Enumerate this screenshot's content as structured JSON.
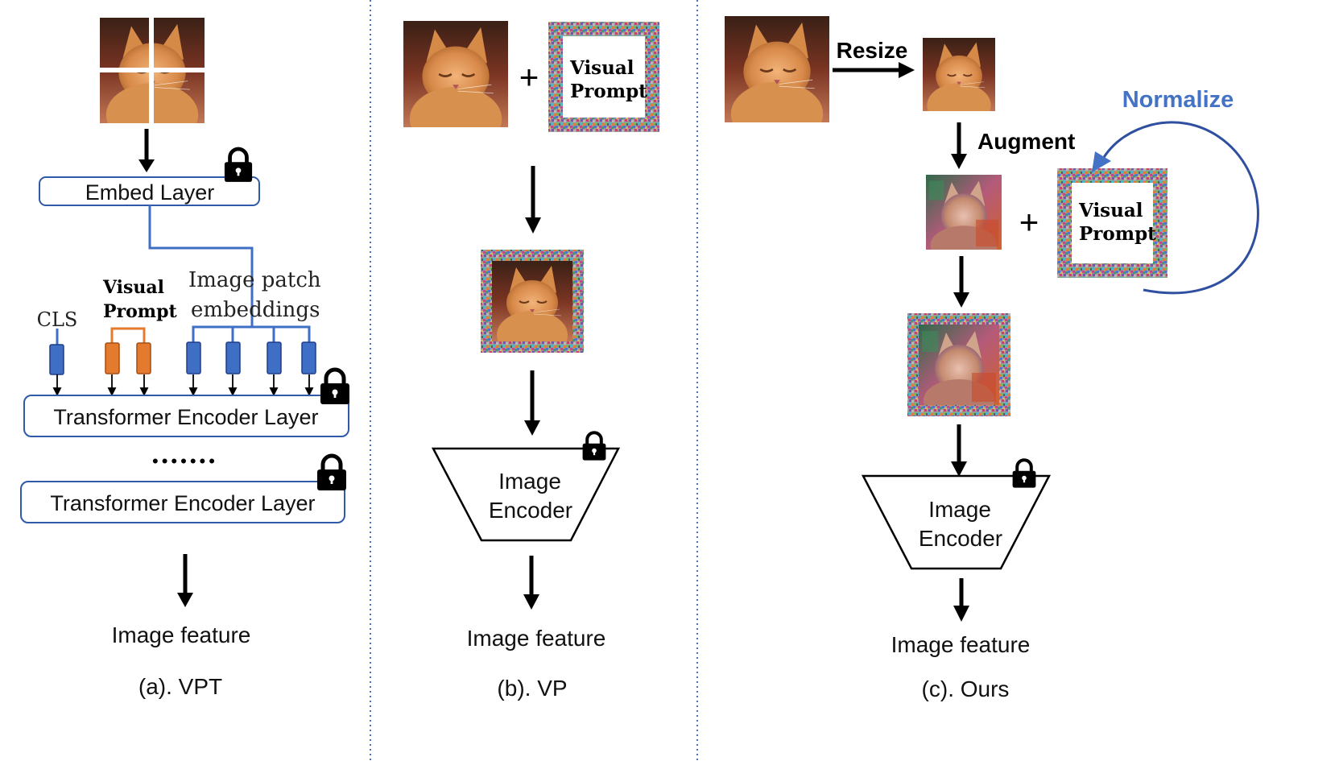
{
  "panels": {
    "vpt": {
      "caption": "(a). VPT",
      "embed_layer": "Embed Layer",
      "cls": "CLS",
      "visual_prompt_line1": "Visual",
      "visual_prompt_line2": "Prompt",
      "patch_line1": "Image patch",
      "patch_line2": "embeddings",
      "encoder_layer_1": "Transformer Encoder Layer",
      "dots": "•••••••",
      "encoder_layer_2": "Transformer Encoder Layer",
      "output": "Image feature"
    },
    "vp": {
      "caption": "(b). VP",
      "plus": "+",
      "prompt_line1": "Visual",
      "prompt_line2": "Prompt",
      "encoder_line1": "Image",
      "encoder_line2": "Encoder",
      "output": "Image feature"
    },
    "ours": {
      "caption": "(c). Ours",
      "resize": "Resize",
      "augment": "Augment",
      "normalize": "Normalize",
      "plus": "+",
      "prompt_line1": "Visual",
      "prompt_line2": "Prompt",
      "encoder_line1": "Image",
      "encoder_line2": "Encoder",
      "output": "Image feature"
    }
  },
  "colors": {
    "token_blue": "#3f6fc4",
    "token_orange": "#e47a2e",
    "normalize_blue": "#4472c4",
    "divider": "#4a6fc0",
    "box_border": "#2f5aa8"
  }
}
